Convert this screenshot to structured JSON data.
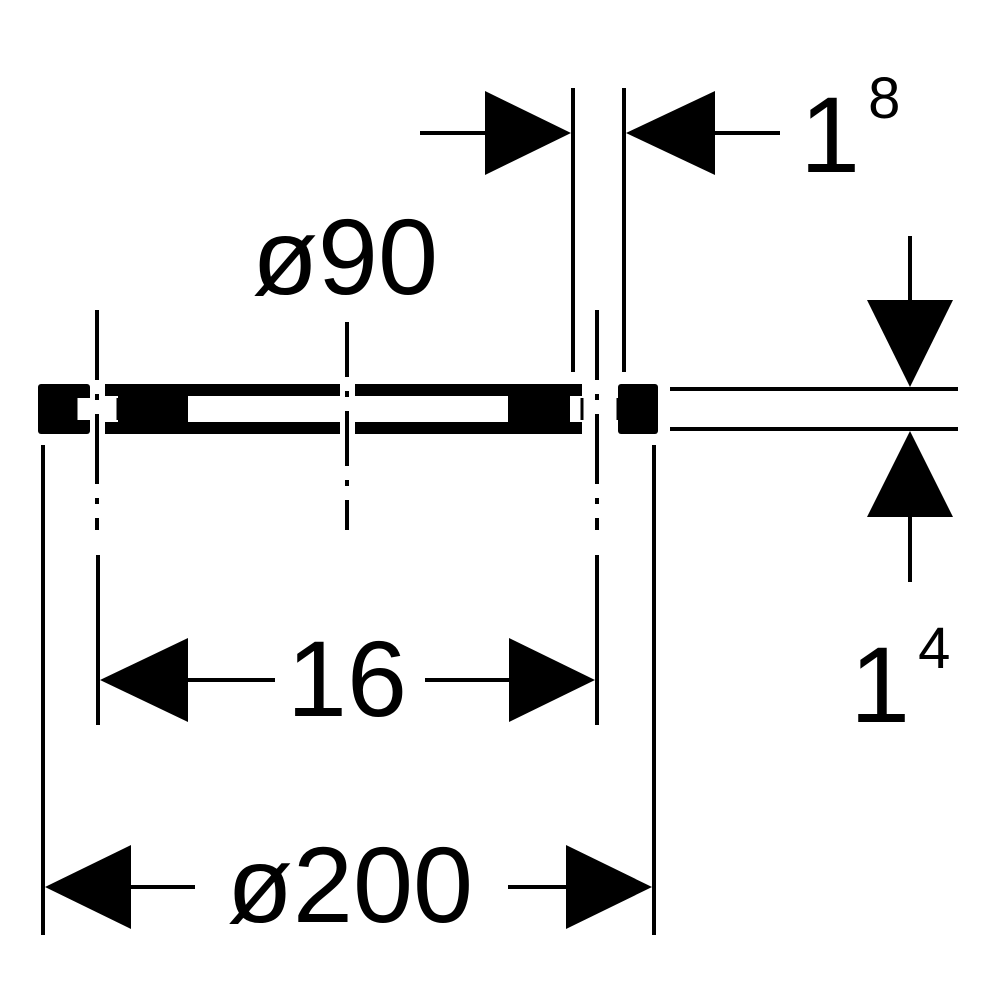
{
  "drawing": {
    "inner_diameter_label": "ø90",
    "outer_diameter_label": "ø200",
    "hole_spacing_label": "16",
    "gap_dimension": {
      "base": "1",
      "sup": "8"
    },
    "thickness_dimension": {
      "base": "1",
      "sup": "4"
    }
  },
  "colors": {
    "ink": "#000000",
    "background": "#ffffff"
  }
}
